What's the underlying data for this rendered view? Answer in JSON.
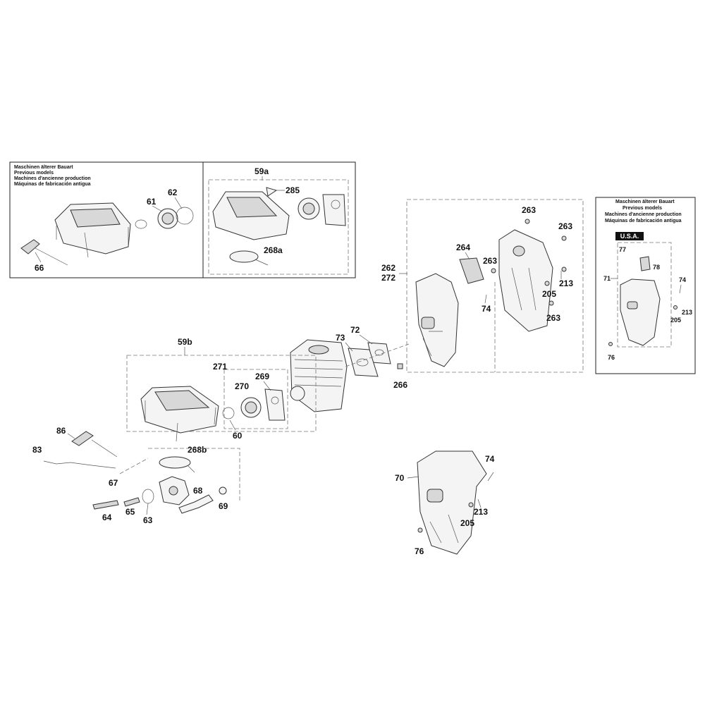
{
  "legacy_header": {
    "line1": "Maschinen älterer Bauart",
    "line2": "Previous models",
    "line3": "Machines d'ancienne production",
    "line4": "Máquinas de fabricación antigua"
  },
  "usa_badge": "U.S.A.",
  "callouts": {
    "p66": "66",
    "p61": "61",
    "p62": "62",
    "p59a": "59a",
    "p285": "285",
    "p268a": "268a",
    "p263a": "263",
    "p263b": "263",
    "p263c": "263",
    "p263d": "263",
    "p264": "264",
    "p262": "262",
    "p272": "272",
    "p213a": "213",
    "p205a": "205",
    "p74a": "74",
    "p266": "266",
    "p72": "72",
    "p73": "73",
    "p59b": "59b",
    "p271": "271",
    "p270": "270",
    "p269": "269",
    "p60": "60",
    "p268b": "268b",
    "p86": "86",
    "p83": "83",
    "p67": "67",
    "p64": "64",
    "p65": "65",
    "p63": "63",
    "p68": "68",
    "p69": "69",
    "p70": "70",
    "p74b": "74",
    "p213b": "213",
    "p205b": "205",
    "p76a": "76",
    "p71": "71",
    "p77": "77",
    "p78": "78",
    "p74c": "74",
    "p213c": "213",
    "p205c": "205",
    "p76b": "76"
  }
}
